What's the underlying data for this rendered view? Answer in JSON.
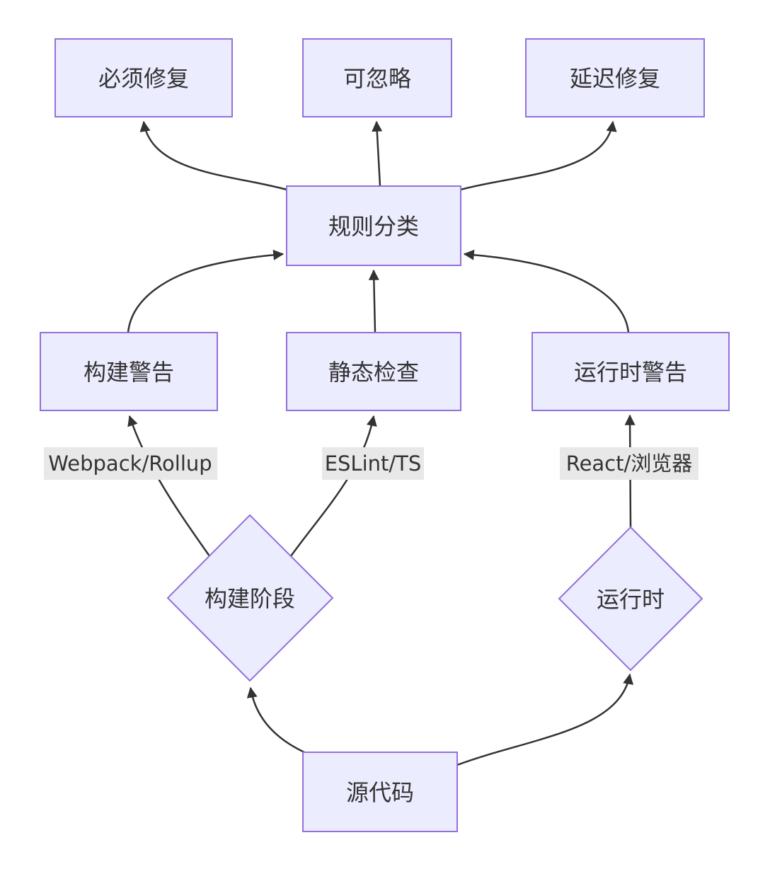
{
  "diagram": {
    "type": "flowchart",
    "direction": "bottom-to-top",
    "colors": {
      "background": "#ffffff",
      "node_fill": "#ECECFF",
      "node_border": "#9370DB",
      "edge_stroke": "#333333",
      "text": "#333333",
      "edge_label_bg": "#e8e8e8"
    },
    "nodes": {
      "source": {
        "label": "源代码",
        "shape": "rect"
      },
      "build_phase": {
        "label": "构建阶段",
        "shape": "diamond"
      },
      "runtime_phase": {
        "label": "运行时",
        "shape": "diamond"
      },
      "build_warning": {
        "label": "构建警告",
        "shape": "rect"
      },
      "static_check": {
        "label": "静态检查",
        "shape": "rect"
      },
      "runtime_warning": {
        "label": "运行时警告",
        "shape": "rect"
      },
      "rule_classify": {
        "label": "规则分类",
        "shape": "rect"
      },
      "must_fix": {
        "label": "必须修复",
        "shape": "rect"
      },
      "ignorable": {
        "label": "可忽略",
        "shape": "rect"
      },
      "deferred_fix": {
        "label": "延迟修复",
        "shape": "rect"
      }
    },
    "edges": [
      {
        "from": "源代码",
        "to": "构建阶段",
        "label": ""
      },
      {
        "from": "源代码",
        "to": "运行时",
        "label": ""
      },
      {
        "from": "构建阶段",
        "to": "构建警告",
        "label": "Webpack/Rollup"
      },
      {
        "from": "构建阶段",
        "to": "静态检查",
        "label": "ESLint/TS"
      },
      {
        "from": "运行时",
        "to": "运行时警告",
        "label": "React/浏览器"
      },
      {
        "from": "构建警告",
        "to": "规则分类",
        "label": ""
      },
      {
        "from": "静态检查",
        "to": "规则分类",
        "label": ""
      },
      {
        "from": "运行时警告",
        "to": "规则分类",
        "label": ""
      },
      {
        "from": "规则分类",
        "to": "必须修复",
        "label": ""
      },
      {
        "from": "规则分类",
        "to": "可忽略",
        "label": ""
      },
      {
        "from": "规则分类",
        "to": "延迟修复",
        "label": ""
      }
    ]
  }
}
